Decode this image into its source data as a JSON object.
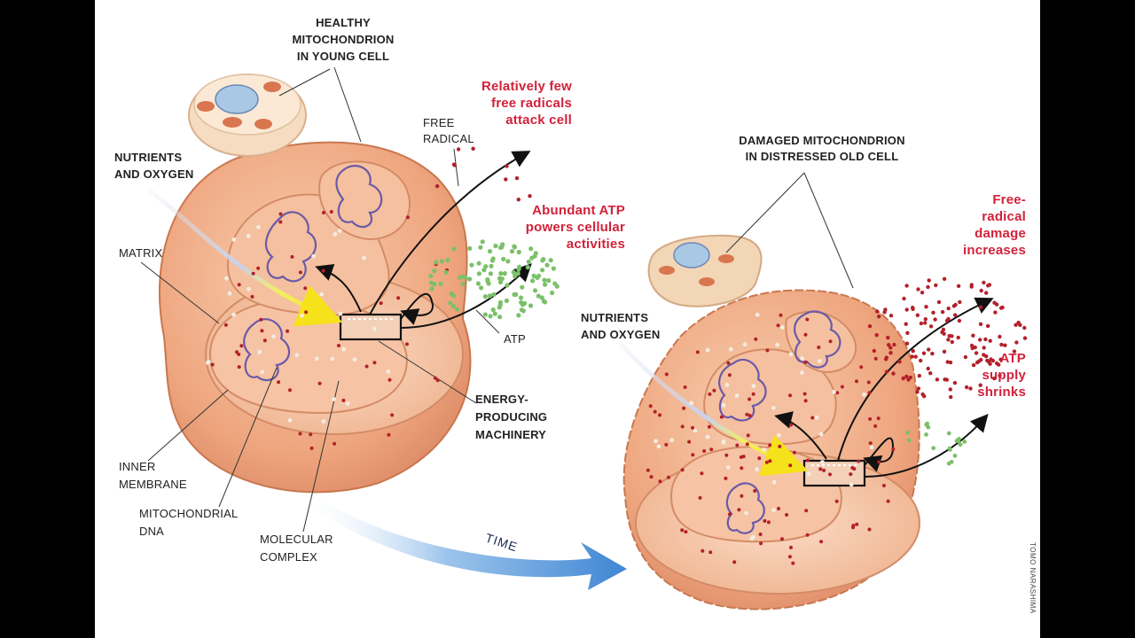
{
  "labels": {
    "healthy_title": "HEALTHY\nMITOCHONDRION\nIN YOUNG CELL",
    "nutrients_left": "NUTRIENTS\nAND OXYGEN",
    "free_radical": "FREE\nRADICAL",
    "matrix": "MATRIX",
    "atp": "ATP",
    "energy_machinery": "ENERGY-\nPRODUCING\nMACHINERY",
    "inner_membrane": "INNER\nMEMBRANE",
    "mito_dna": "MITOCHONDRIAL\nDNA",
    "molecular_complex": "MOLECULAR\nCOMPLEX",
    "damaged_title": "DAMAGED MITOCHONDRION\nIN DISTRESSED OLD CELL",
    "nutrients_right": "NUTRIENTS\nAND OXYGEN",
    "time": "TIME",
    "credit": "TOMO NARASHIMA"
  },
  "callouts": {
    "few_radicals": "Relatively few\nfree radicals\nattack cell",
    "abundant_atp": "Abundant ATP\npowers cellular\nactivities",
    "damage_increases": "Free-\nradical\ndamage\nincreases",
    "atp_shrinks": "ATP\nsupply\nshrinks"
  },
  "colors": {
    "membrane": "#f2b08c",
    "membrane_dark": "#e08a62",
    "free_radical": "#b3202a",
    "atp": "#7cc06a",
    "callout_red": "#d2223a",
    "dna": "#6a5aa8",
    "time_arrow": "#5b9bd8"
  }
}
